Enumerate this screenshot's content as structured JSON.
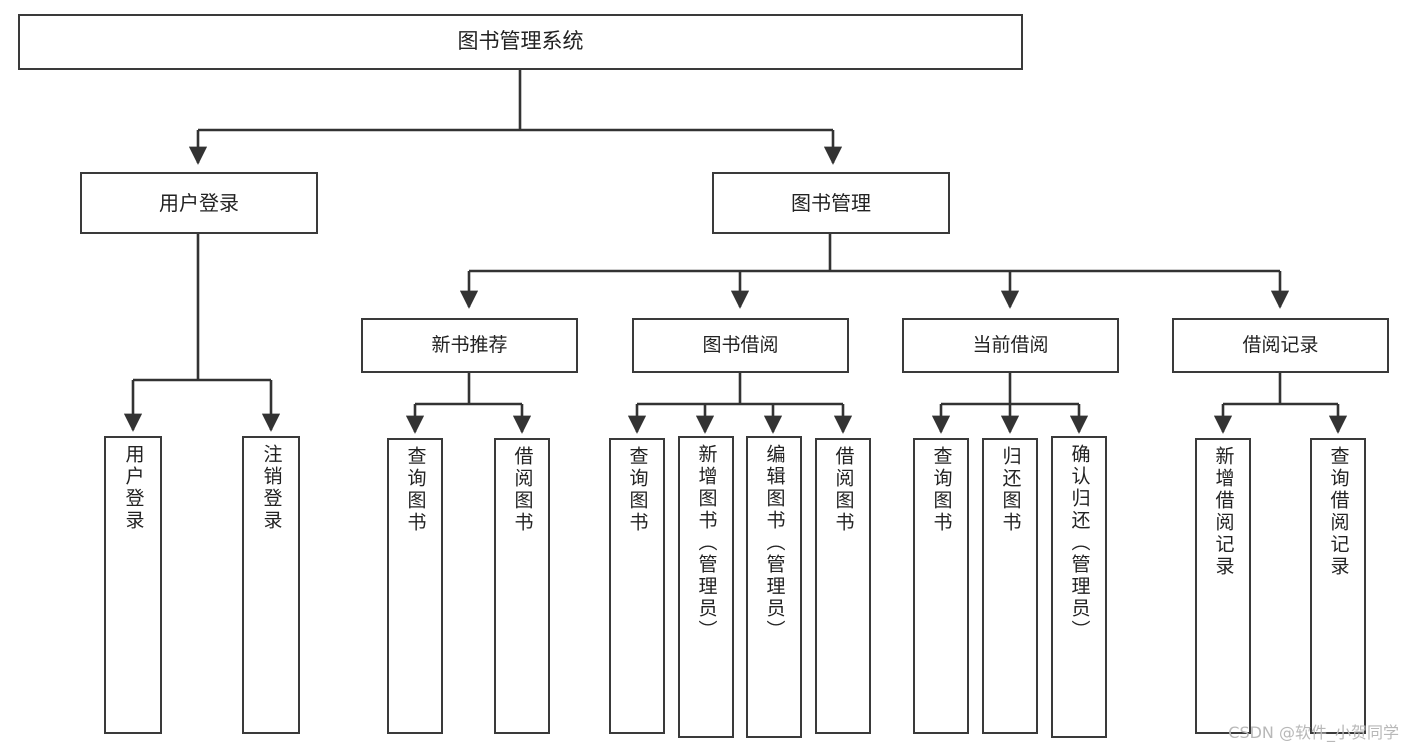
{
  "diagram": {
    "title": "图书管理系统",
    "type": "hierarchy-tree",
    "edge_style": "orthogonal-arrow",
    "colors": {
      "box_border": "#3a3a3a",
      "box_fill": "#ffffff",
      "connector": "#333333",
      "text": "#222222",
      "watermark": "#b8b8b8"
    },
    "root": {
      "id": "root",
      "label": "图书管理系统",
      "level": 0
    },
    "level1": [
      {
        "id": "user-login",
        "label": "用户登录",
        "level": 1
      },
      {
        "id": "book-manage",
        "label": "图书管理",
        "level": 1
      }
    ],
    "level2": [
      {
        "id": "new-book-recommend",
        "label": "新书推荐",
        "level": 2,
        "parent": "book-manage"
      },
      {
        "id": "book-borrow",
        "label": "图书借阅",
        "level": 2,
        "parent": "book-manage"
      },
      {
        "id": "current-borrow",
        "label": "当前借阅",
        "level": 2,
        "parent": "book-manage"
      },
      {
        "id": "borrow-record",
        "label": "借阅记录",
        "level": 2,
        "parent": "book-manage"
      }
    ],
    "leaves": [
      {
        "id": "leaf-user-login",
        "label": "用户登录",
        "parent": "user-login"
      },
      {
        "id": "leaf-logout",
        "label": "注销登录",
        "parent": "user-login"
      },
      {
        "id": "leaf-query-book-1",
        "label": "查询图书",
        "parent": "new-book-recommend"
      },
      {
        "id": "leaf-borrow-book-1",
        "label": "借阅图书",
        "parent": "new-book-recommend"
      },
      {
        "id": "leaf-query-book-2",
        "label": "查询图书",
        "parent": "book-borrow"
      },
      {
        "id": "leaf-add-book",
        "label": "新增图书（管理员）",
        "parent": "book-borrow"
      },
      {
        "id": "leaf-edit-book",
        "label": "编辑图书（管理员）",
        "parent": "book-borrow"
      },
      {
        "id": "leaf-borrow-book-2",
        "label": "借阅图书",
        "parent": "book-borrow"
      },
      {
        "id": "leaf-query-book-3",
        "label": "查询图书",
        "parent": "current-borrow"
      },
      {
        "id": "leaf-return-book",
        "label": "归还图书",
        "parent": "current-borrow"
      },
      {
        "id": "leaf-confirm-return",
        "label": "确认归还（管理员）",
        "parent": "current-borrow"
      },
      {
        "id": "leaf-add-record",
        "label": "新增借阅记录",
        "parent": "borrow-record"
      },
      {
        "id": "leaf-query-record",
        "label": "查询借阅记录",
        "parent": "borrow-record"
      }
    ],
    "watermark": "CSDN @软件_小贺同学"
  }
}
